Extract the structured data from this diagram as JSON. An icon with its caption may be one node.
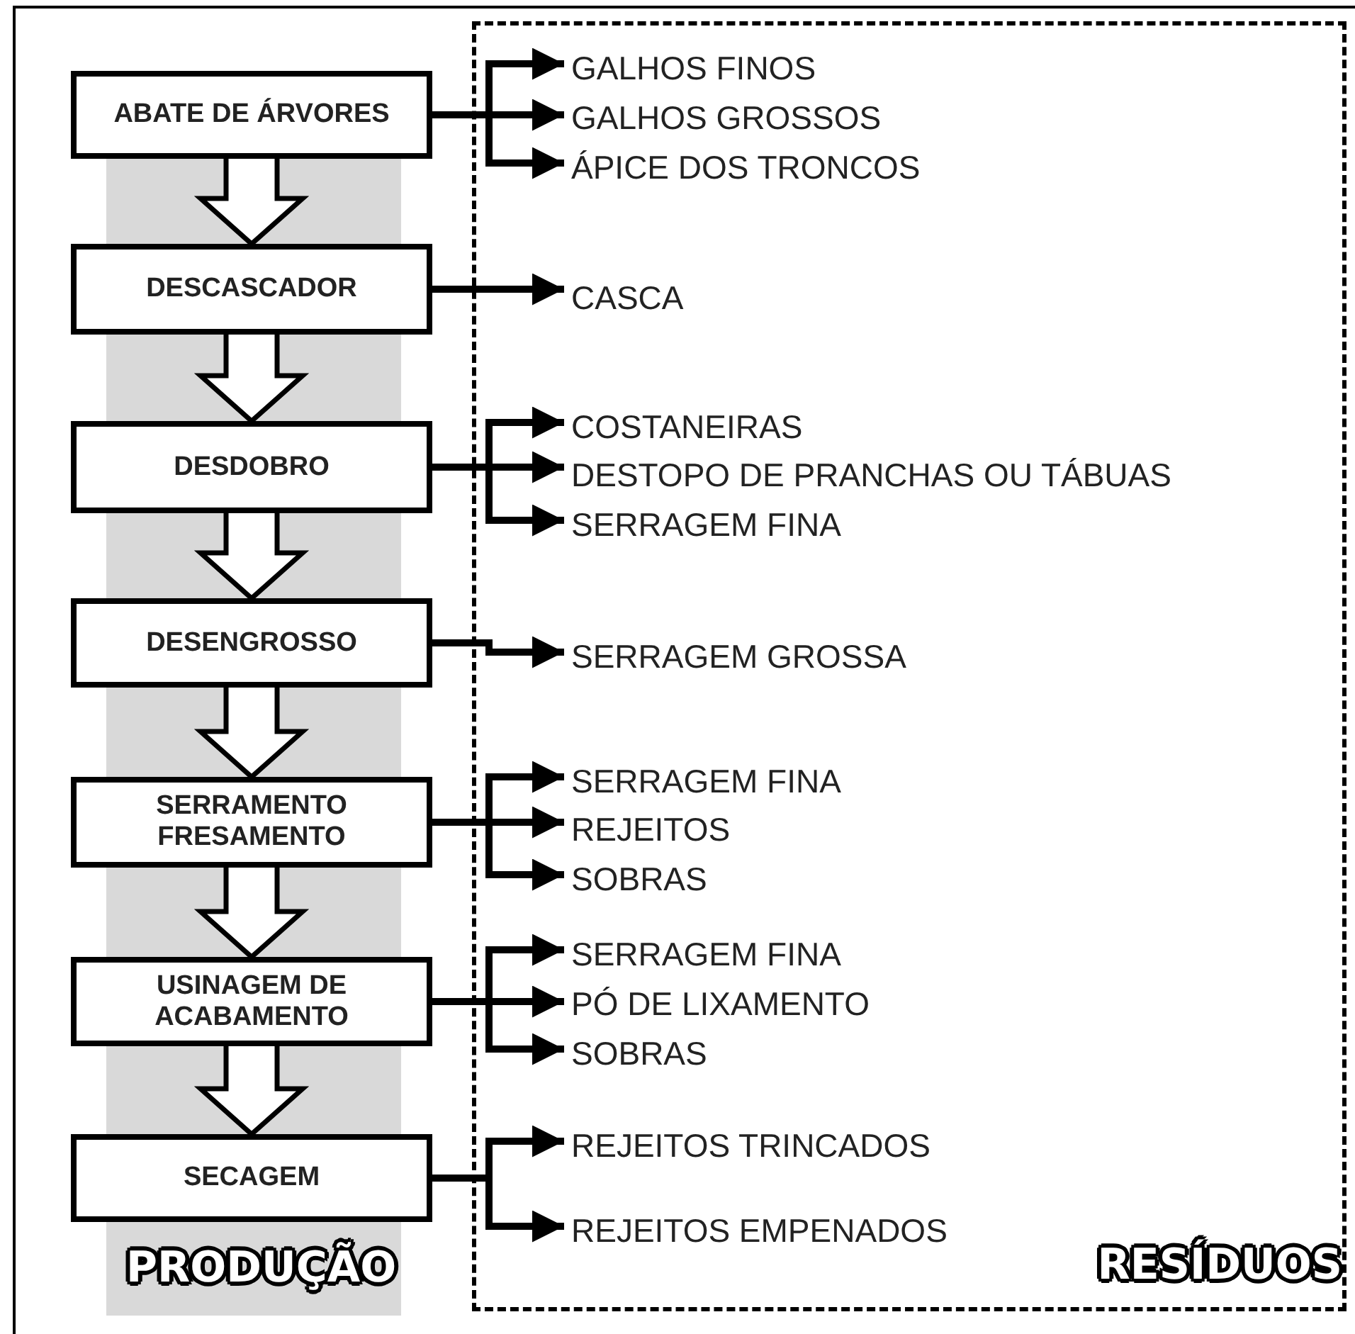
{
  "diagram": {
    "nodes": [
      {
        "text": [
          "PRODUÇÃO"
        ]
      },
      {
        "text": [
          "RESÍDUOS"
        ]
      },
      {
        "text": [
          "ABATE DE ÁRVORES"
        ]
      },
      {
        "text": [
          "DESCASCADOR"
        ]
      },
      {
        "text": [
          "DESDOBRO"
        ]
      },
      {
        "text": [
          "DESENGROSSO"
        ]
      },
      {
        "text": [
          "SERRAMENTO FRESAMENTO"
        ]
      },
      {
        "text": [
          "USINAGEM DE ACABAMENTO"
        ]
      },
      {
        "text": [
          "SECAGEM"
        ]
      },
      {
        "text": [
          "GALHOS FINOS"
        ],
        "in": 1
      },
      {
        "text": [
          "GALHOS GROSSOS"
        ],
        "in": 1
      },
      {
        "text": [
          "ÁPICE DOS TRONCOS"
        ],
        "in": 1
      },
      {
        "text": [
          "CASCA"
        ],
        "in": 1
      },
      {
        "text": [
          "COSTANEIRAS"
        ],
        "in": 1
      },
      {
        "text": [
          "DESTOPO DE PRANCHAS OU TÁBUAS"
        ],
        "in": 1
      },
      {
        "text": [
          "SERRAGEM FINA"
        ],
        "in": 1
      },
      {
        "text": [
          "SERRAGEM GROSSA"
        ],
        "in": 1
      },
      {
        "text": [
          "SERRAGEM FINA"
        ],
        "in": 1
      },
      {
        "text": [
          "REJEITOS"
        ],
        "in": 1
      },
      {
        "text": [
          "SOBRAS"
        ],
        "in": 1
      },
      {
        "text": [
          "SERRAGEM FINA"
        ],
        "in": 1
      },
      {
        "text": [
          "PÓ DE LIXAMENTO"
        ],
        "in": 1
      },
      {
        "text": [
          "SOBRAS"
        ],
        "in": 1
      },
      {
        "text": [
          "REJEITOS TRINCADOS"
        ],
        "in": 1
      },
      {
        "text": [
          "REJEITOS EMPENADOS"
        ],
        "in": 1
      }
    ],
    "edges": [
      {
        "from": 2,
        "to": 3,
        "arrow": "to",
        "style": "thick"
      },
      {
        "from": 3,
        "to": 4,
        "arrow": "to",
        "style": "thick"
      },
      {
        "from": 4,
        "to": 5,
        "arrow": "to",
        "style": "thick"
      },
      {
        "from": 5,
        "to": 6,
        "arrow": "to",
        "style": "thick"
      },
      {
        "from": 6,
        "to": 7,
        "arrow": "to",
        "style": "thick"
      },
      {
        "from": 7,
        "to": 8,
        "arrow": "to",
        "style": "thick"
      },
      {
        "from": 2,
        "to": 9,
        "arrow": "to"
      },
      {
        "from": 2,
        "to": 10,
        "arrow": "to"
      },
      {
        "from": 2,
        "to": 11,
        "arrow": "to"
      },
      {
        "from": 3,
        "to": 12,
        "arrow": "to"
      },
      {
        "from": 4,
        "to": 13,
        "arrow": "to"
      },
      {
        "from": 4,
        "to": 14,
        "arrow": "to"
      },
      {
        "from": 4,
        "to": 15,
        "arrow": "to"
      },
      {
        "from": 5,
        "to": 16,
        "arrow": "to"
      },
      {
        "from": 6,
        "to": 17,
        "arrow": "to"
      },
      {
        "from": 6,
        "to": 18,
        "arrow": "to"
      },
      {
        "from": 6,
        "to": 19,
        "arrow": "to"
      },
      {
        "from": 7,
        "to": 20,
        "arrow": "to"
      },
      {
        "from": 7,
        "to": 21,
        "arrow": "to"
      },
      {
        "from": 7,
        "to": 22,
        "arrow": "to"
      },
      {
        "from": 8,
        "to": 23,
        "arrow": "to"
      },
      {
        "from": 8,
        "to": 24,
        "arrow": "to"
      }
    ]
  }
}
